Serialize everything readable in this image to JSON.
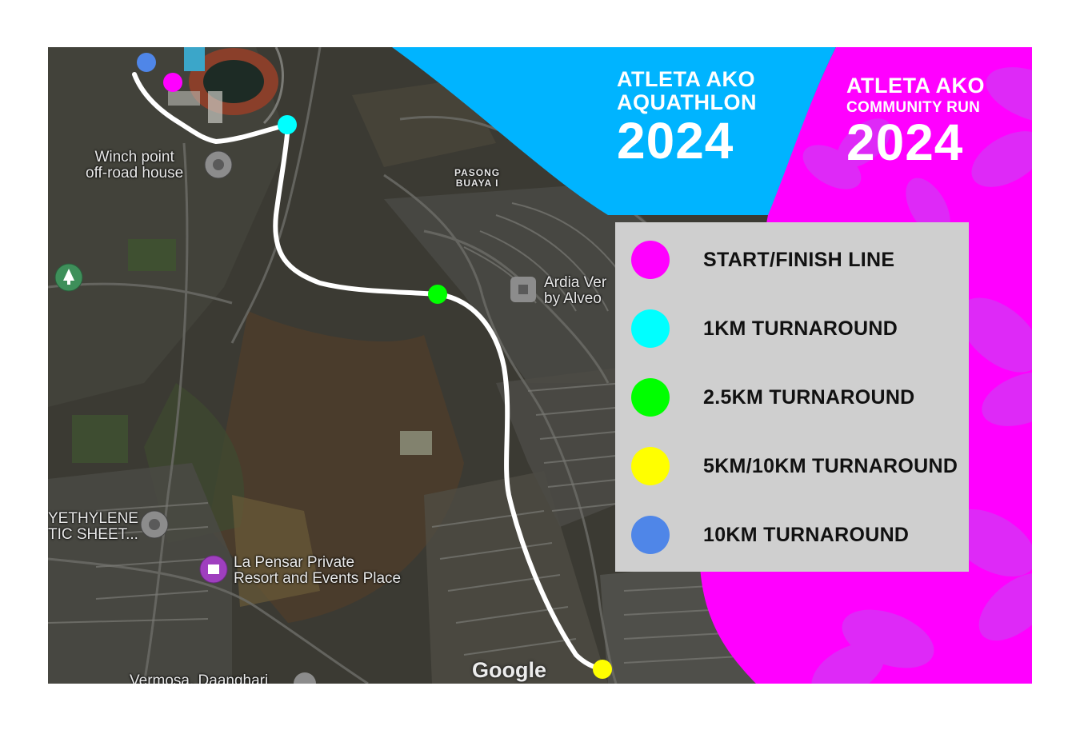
{
  "events": {
    "aquathlon": {
      "line1": "ATLETA AKO",
      "line2": "AQUATHLON",
      "year": "2024"
    },
    "community_run": {
      "line1": "ATLETA AKO",
      "line2": "COMMUNITY RUN",
      "year": "2024"
    }
  },
  "legend": [
    {
      "label": "START/FINISH LINE",
      "color": "#ff00ff"
    },
    {
      "label": "1KM TURNAROUND",
      "color": "#00ffff"
    },
    {
      "label": "2.5KM TURNAROUND",
      "color": "#00ff00"
    },
    {
      "label": "5KM/10KM TURNAROUND",
      "color": "#ffff00"
    },
    {
      "label": "10KM TURNAROUND",
      "color": "#4f86e8"
    }
  ],
  "map": {
    "places": [
      {
        "name": "Winch point\noff-road house"
      },
      {
        "name": "PASONG\nBUAYA I"
      },
      {
        "name": "Ardia Ver\nby Alveo"
      },
      {
        "name": "YETHYLENE\nTIC SHEET..."
      },
      {
        "name": "La Pensar Private\nResort and Events Place"
      },
      {
        "name": "Vermosa, Daanghari"
      }
    ],
    "attribution": "Google"
  },
  "colors": {
    "aquathlon_bg": "#00b4ff",
    "community_run_bg": "#ff00ff",
    "legend_bg": "#cfcfcf",
    "route": "#ffffff"
  }
}
